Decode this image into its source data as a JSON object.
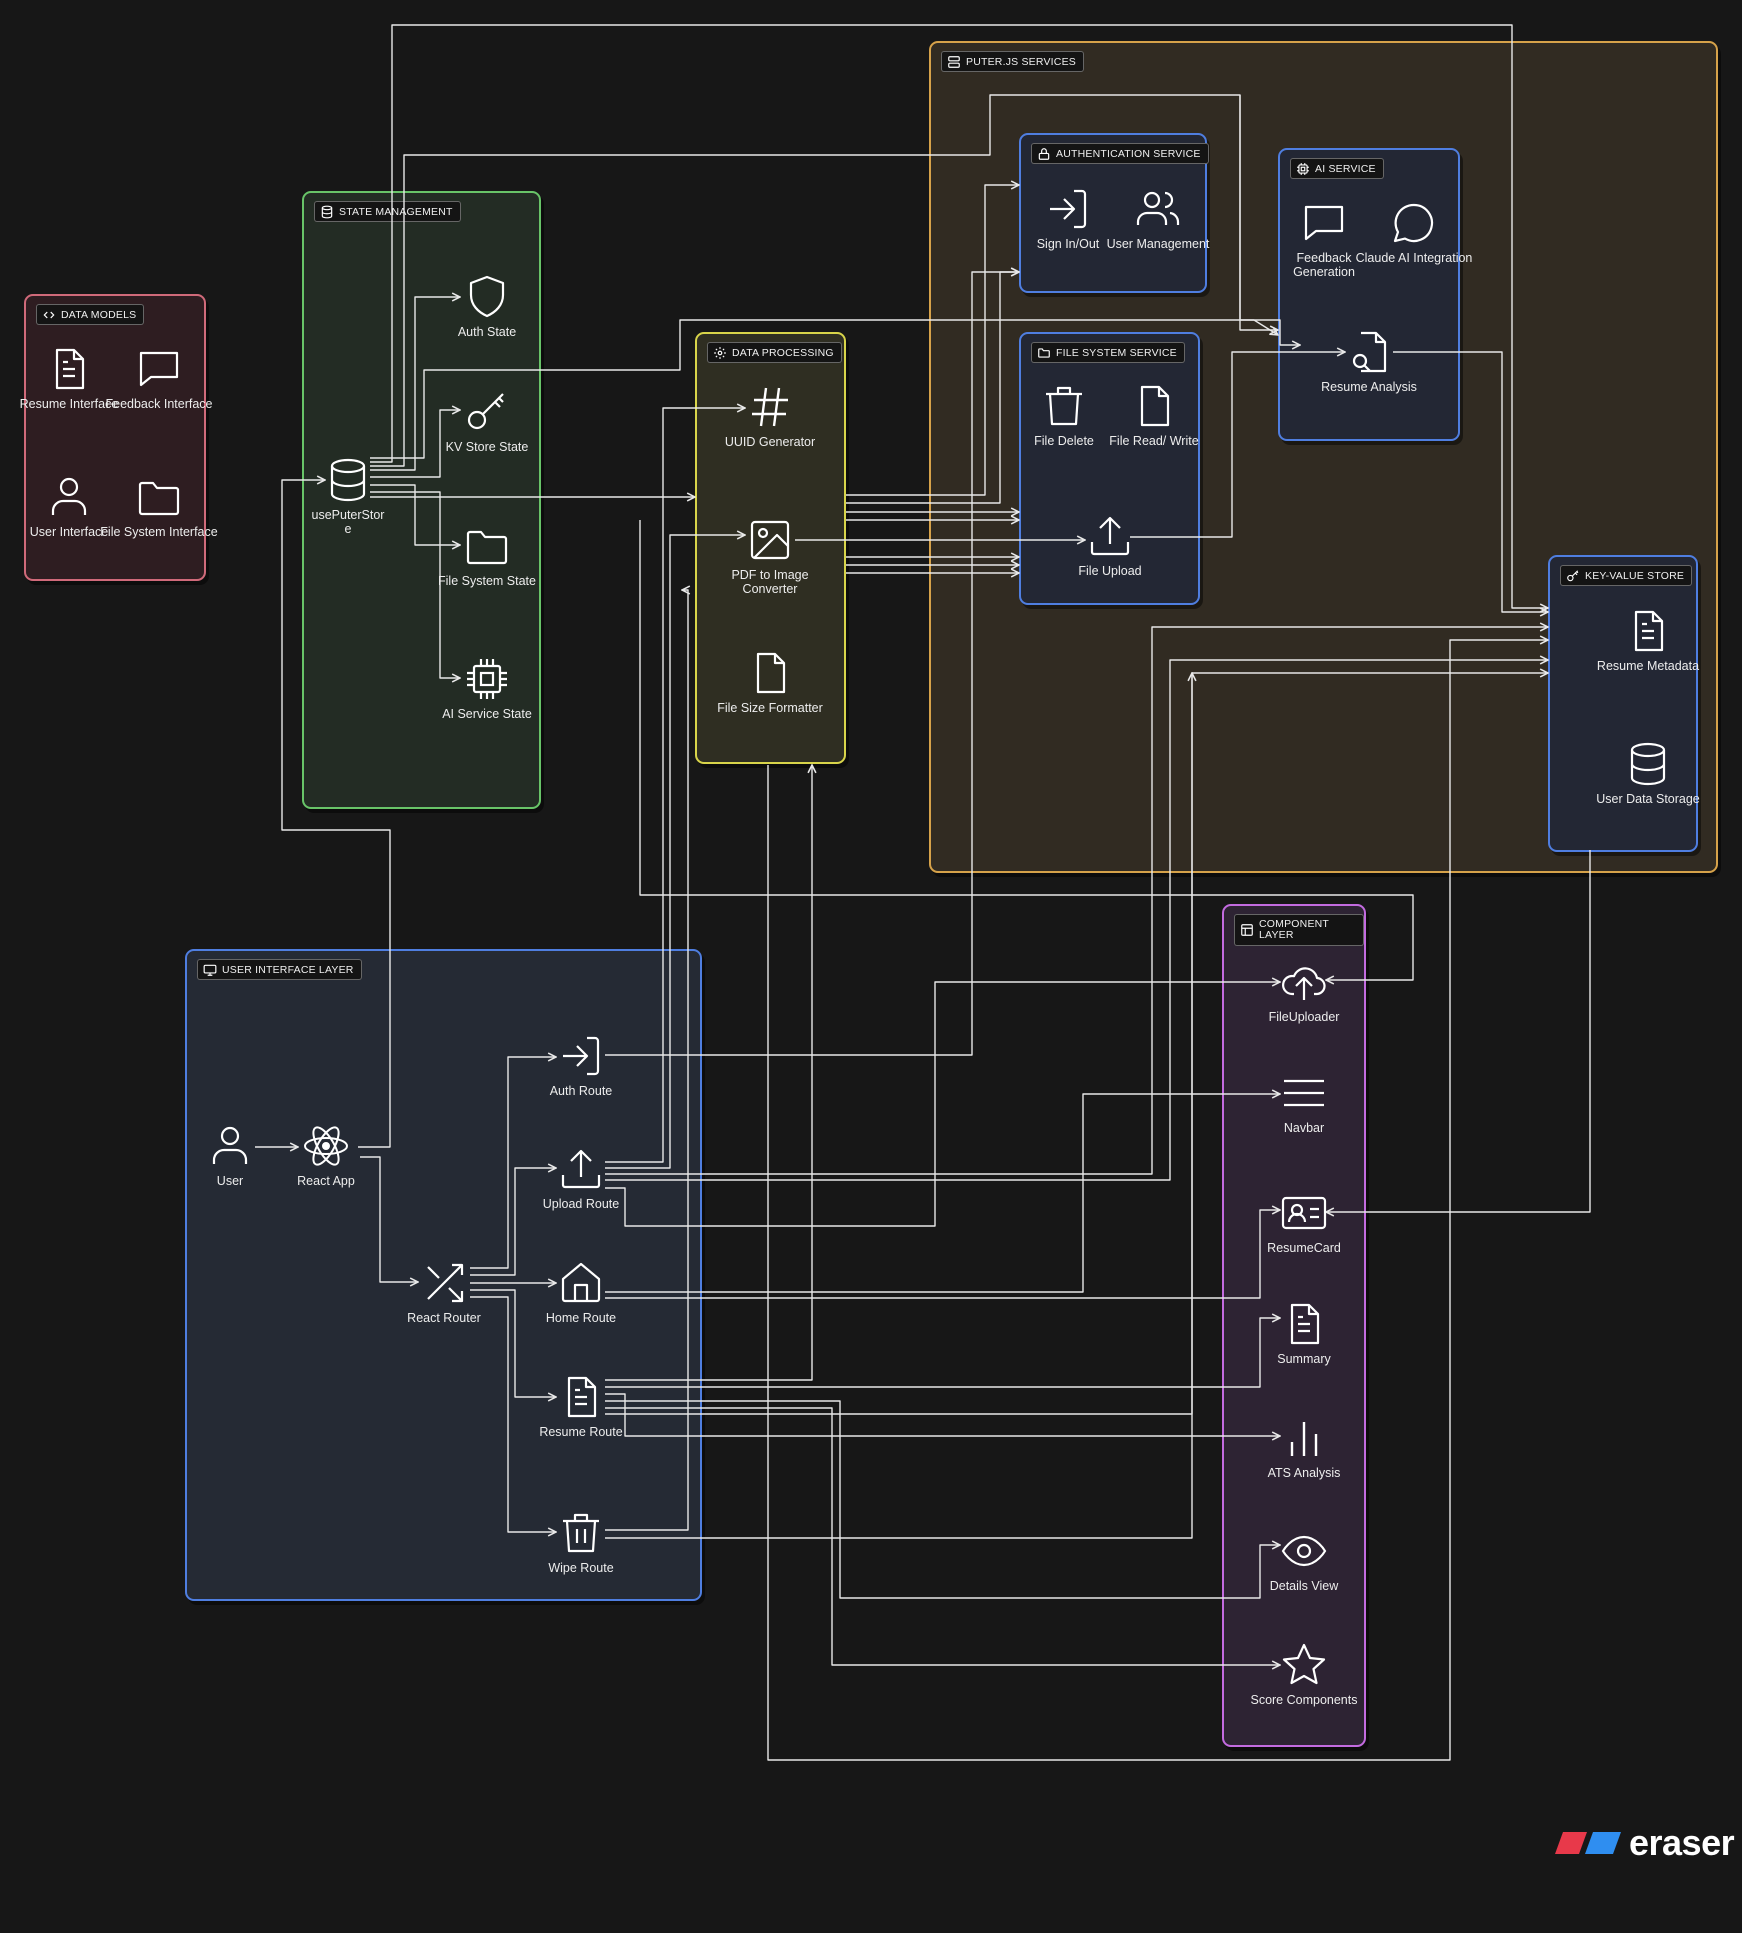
{
  "colors": {
    "background": "#171717",
    "wire": "#e8e8e8",
    "data_models": "#d06a7a",
    "state_management": "#68c468",
    "data_processing": "#d8d44a",
    "puter_services": "#d6a24a",
    "inner_service": "#4f7ee0",
    "ui_layer": "#4f7ee0",
    "component_layer": "#c36be0"
  },
  "groups": {
    "data_models": {
      "title": "DATA MODELS",
      "icon": "code-brackets-icon"
    },
    "state_management": {
      "title": "STATE MANAGEMENT",
      "icon": "database-icon"
    },
    "data_processing": {
      "title": "DATA PROCESSING",
      "icon": "gear-icon"
    },
    "puter_services": {
      "title": "PUTER.JS SERVICES",
      "icon": "server-icon"
    },
    "authentication_service": {
      "title": "AUTHENTICATION SERVICE",
      "icon": "lock-icon"
    },
    "file_system_service": {
      "title": "FILE SYSTEM SERVICE",
      "icon": "folder-icon"
    },
    "ai_service": {
      "title": "AI SERVICE",
      "icon": "cpu-icon"
    },
    "key_value_store": {
      "title": "KEY-VALUE STORE",
      "icon": "key-icon"
    },
    "user_interface_layer": {
      "title": "USER INTERFACE LAYER",
      "icon": "monitor-icon"
    },
    "component_layer": {
      "title": "COMPONENT LAYER",
      "icon": "layout-icon"
    }
  },
  "nodes": {
    "resume_interface": {
      "label": "Resume Interface",
      "icon": "file-text-icon"
    },
    "feedback_interface": {
      "label": "Feedback Interface",
      "icon": "message-square-icon"
    },
    "user_interface_model": {
      "label": "User Interface",
      "icon": "user-icon"
    },
    "file_system_interface": {
      "label": "File System Interface",
      "icon": "folder-icon"
    },
    "use_puter_store": {
      "label": "usePuterStore",
      "icon": "database-icon"
    },
    "auth_state": {
      "label": "Auth State",
      "icon": "shield-icon"
    },
    "kv_store_state": {
      "label": "KV Store State",
      "icon": "key-icon"
    },
    "file_system_state": {
      "label": "File System State",
      "icon": "folder-icon"
    },
    "ai_service_state": {
      "label": "AI Service State",
      "icon": "cpu-icon"
    },
    "uuid_generator": {
      "label": "UUID Generator",
      "icon": "hash-icon"
    },
    "pdf_to_image": {
      "label": "PDF to Image Converter",
      "icon": "image-icon"
    },
    "file_size_formatter": {
      "label": "File Size Formatter",
      "icon": "file-icon"
    },
    "sign_in_out": {
      "label": "Sign In/Out",
      "icon": "log-in-icon"
    },
    "user_management": {
      "label": "User Management",
      "icon": "users-icon"
    },
    "file_delete": {
      "label": "File Delete",
      "icon": "trash-icon"
    },
    "file_read_write": {
      "label": "File Read/ Write",
      "icon": "file-icon"
    },
    "file_upload": {
      "label": "File Upload",
      "icon": "upload-icon"
    },
    "feedback_generation": {
      "label": "Feedback Generation",
      "icon": "message-square-icon"
    },
    "claude_ai": {
      "label": "Claude AI Integration",
      "icon": "message-circle-icon"
    },
    "resume_analysis": {
      "label": "Resume Analysis",
      "icon": "file-search-icon"
    },
    "resume_metadata": {
      "label": "Resume Metadata",
      "icon": "file-text-icon"
    },
    "user_data_storage": {
      "label": "User Data Storage",
      "icon": "database-icon"
    },
    "user": {
      "label": "User",
      "icon": "user-icon"
    },
    "react_app": {
      "label": "React App",
      "icon": "atom-icon"
    },
    "react_router": {
      "label": "React Router",
      "icon": "shuffle-icon"
    },
    "auth_route": {
      "label": "Auth Route",
      "icon": "log-in-icon"
    },
    "upload_route": {
      "label": "Upload Route",
      "icon": "upload-icon"
    },
    "home_route": {
      "label": "Home Route",
      "icon": "home-icon"
    },
    "resume_route": {
      "label": "Resume Route",
      "icon": "file-text-icon"
    },
    "wipe_route": {
      "label": "Wipe Route",
      "icon": "trash-icon"
    },
    "file_uploader": {
      "label": "FileUploader",
      "icon": "cloud-upload-icon"
    },
    "navbar": {
      "label": "Navbar",
      "icon": "menu-icon"
    },
    "resume_card": {
      "label": "ResumeCard",
      "icon": "id-card-icon"
    },
    "summary": {
      "label": "Summary",
      "icon": "file-text-icon"
    },
    "ats_analysis": {
      "label": "ATS Analysis",
      "icon": "bar-chart-icon"
    },
    "details_view": {
      "label": "Details View",
      "icon": "eye-icon"
    },
    "score_components": {
      "label": "Score Components",
      "icon": "star-icon"
    }
  },
  "watermark": {
    "text": "eraser",
    "icon": "eraser-logo-icon"
  }
}
